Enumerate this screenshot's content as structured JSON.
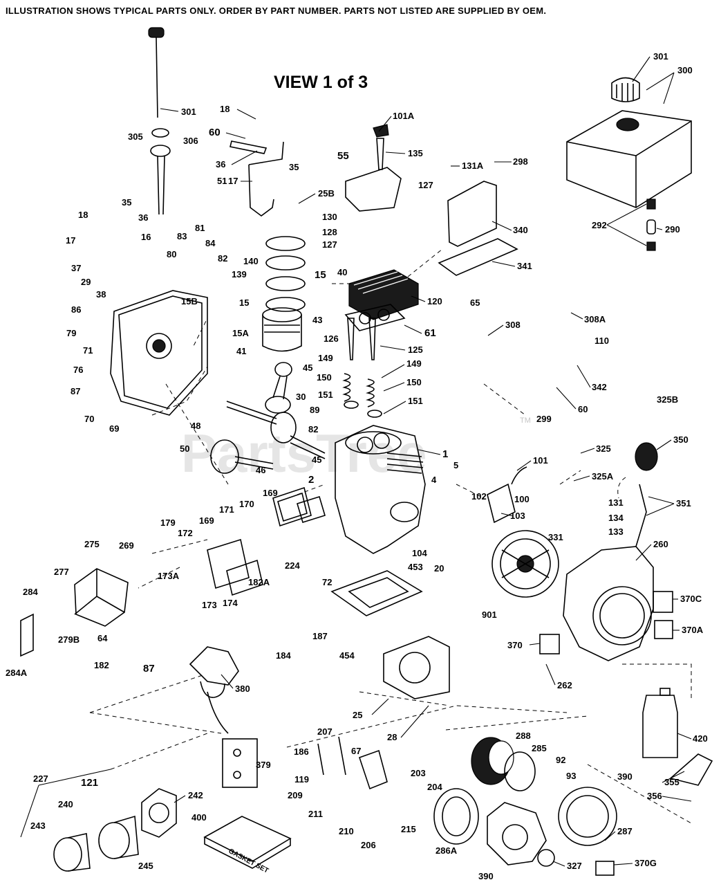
{
  "header": "ILLUSTRATION SHOWS TYPICAL PARTS ONLY. ORDER BY PART NUMBER. PARTS NOT LISTED ARE SUPPLIED BY OEM.",
  "title": "VIEW 1 of 3",
  "watermark": "PartsTree",
  "watermark_tm": "TM",
  "gasket_set_label": "GASKET SET",
  "callouts": {
    "c301a": "301",
    "c18a": "18",
    "c60": "60",
    "c101A": "101A",
    "c305": "305",
    "c306": "306",
    "c135": "135",
    "c36a": "36",
    "c35a": "35",
    "c55": "55",
    "c5_1": "51",
    "c17a": "17",
    "c25B": "25B",
    "c131A": "131A",
    "c298": "298",
    "c127a": "127",
    "c301b": "301",
    "c300": "300",
    "c35b": "35",
    "c18b": "18",
    "c36b": "36",
    "c130": "130",
    "c128": "128",
    "c127b": "127",
    "c340": "340",
    "c292": "292",
    "c290": "290",
    "c16": "16",
    "c17b": "17",
    "c37": "37",
    "c29": "29",
    "c83": "83",
    "c81": "81",
    "c84": "84",
    "c80": "80",
    "c82a": "82",
    "c140": "140",
    "c15a": "15",
    "c40": "40",
    "c139": "139",
    "c341": "341",
    "c38": "38",
    "c15B": "15B",
    "c120": "120",
    "c86": "86",
    "c15b": "15",
    "c43": "43",
    "c79": "79",
    "c15A": "15A",
    "c61": "61",
    "c308A": "308A",
    "c71": "71",
    "c41": "41",
    "c126": "126",
    "c65": "65",
    "c308": "308",
    "c125": "125",
    "c110": "110",
    "c76": "76",
    "c45a": "45",
    "c149a": "149",
    "c149b": "149",
    "c342": "342",
    "c87a": "87",
    "c150a": "150",
    "c150b": "150",
    "c151a": "151",
    "c151b": "151",
    "c30": "30",
    "c70": "70",
    "c69": "69",
    "c325B": "325B",
    "c48": "48",
    "c89": "89",
    "c60b": "60",
    "c299": "299",
    "c82b": "82",
    "c50": "50",
    "c1": "1",
    "c325": "325",
    "c350": "350",
    "c45b": "45",
    "c46": "46",
    "c101": "101",
    "c325A": "325A",
    "c2": "2",
    "c4": "4",
    "c5": "5",
    "c169a": "169",
    "c102": "102",
    "c100": "100",
    "c351": "351",
    "c131": "131",
    "c171": "171",
    "c170": "170",
    "c103": "103",
    "c134": "134",
    "c179": "179",
    "c169b": "169",
    "c133": "133",
    "c172": "172",
    "c331": "331",
    "c260": "260",
    "c275": "275",
    "c269": "269",
    "c104": "104",
    "c20": "20",
    "c277": "277",
    "c173A": "173A",
    "c224": "224",
    "c72": "72",
    "c453": "453",
    "c284": "284",
    "c173": "173",
    "c174": "174",
    "c182A": "182A",
    "c370C": "370C",
    "c901": "901",
    "c279B": "279B",
    "c64": "64",
    "c187": "187",
    "c370A": "370A",
    "c454": "454",
    "c284A": "284A",
    "c184": "184",
    "c370": "370",
    "c182": "182",
    "c87b": "87",
    "c262": "262",
    "c380": "380",
    "c25": "25",
    "c28": "28",
    "c420": "420",
    "c207": "207",
    "c288": "288",
    "c186": "186",
    "c67": "67",
    "c285": "285",
    "c92": "92",
    "c379": "379",
    "c93": "93",
    "c390a": "390",
    "c227": "227",
    "c119": "119",
    "c203": "203",
    "c355": "355",
    "c121": "121",
    "c242": "242",
    "c209": "209",
    "c204": "204",
    "c356": "356",
    "c240": "240",
    "c211": "211",
    "c210": "210",
    "c215": "215",
    "c287": "287",
    "c243": "243",
    "c400": "400",
    "c206": "206",
    "c286A": "286A",
    "c245": "245",
    "c390b": "390",
    "c327": "327",
    "c370G": "370G"
  }
}
